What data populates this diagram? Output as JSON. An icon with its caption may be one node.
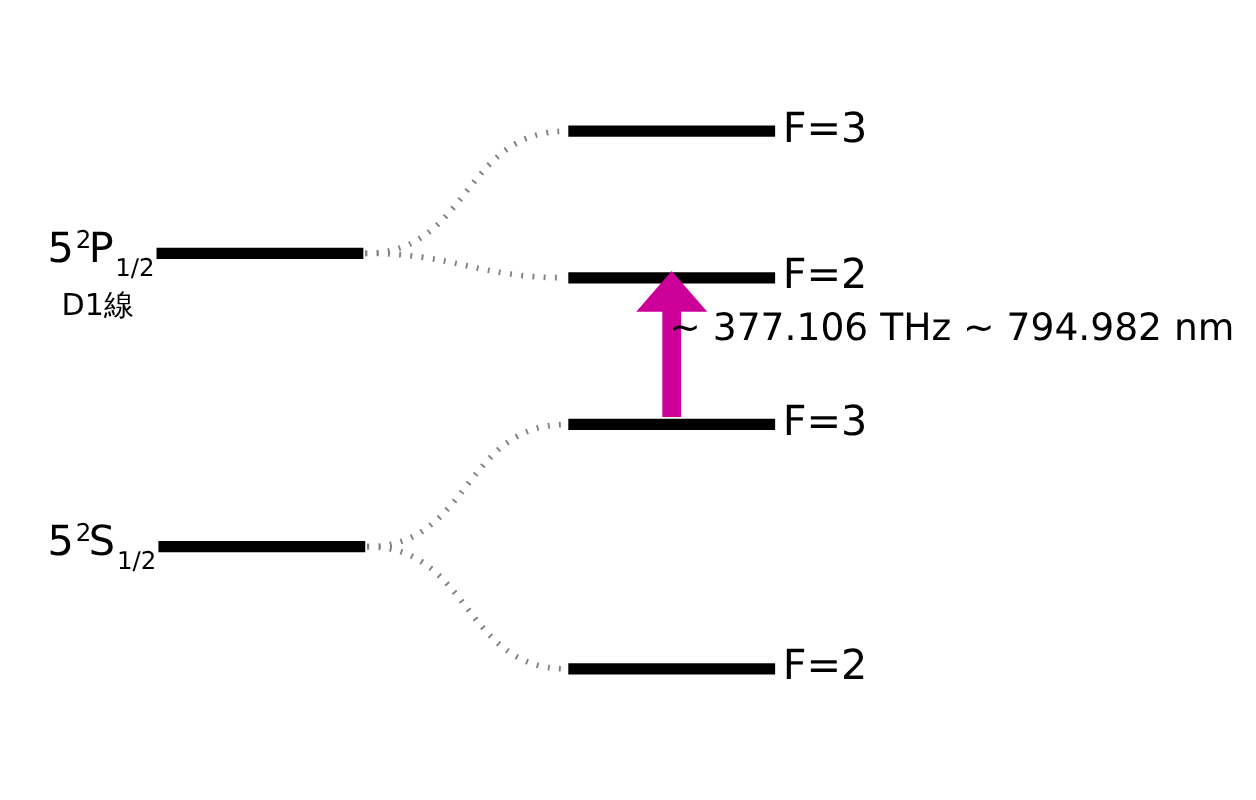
{
  "diagram": {
    "nodes": [
      {
        "text": [
          "5$^{2}$P$_{1/2}$"
        ],
        "beside": [
          "D1線"
        ]
      },
      {
        "text": [
          "F=3"
        ]
      },
      {
        "text": [
          "F=2"
        ]
      },
      {
        "text": [
          "F=3"
        ]
      },
      {
        "text": [
          "5$^{2}$S$_{1/2}$"
        ]
      },
      {
        "text": [
          "F=2"
        ]
      }
    ],
    "edges": [
      {
        "from": 0,
        "to": 1,
        "arrow": "none",
        "style": "dashed"
      },
      {
        "from": 0,
        "to": 2,
        "arrow": "none",
        "style": "dashed"
      },
      {
        "from": 3,
        "to": 2,
        "arrow": "to",
        "style": "thick",
        "color": "#cc0099",
        "label": "~ 377.106 THz ~ 794.982 nm"
      },
      {
        "from": 4,
        "to": 3,
        "arrow": "none",
        "style": "dashed"
      },
      {
        "from": 4,
        "to": 5,
        "arrow": "none",
        "style": "dashed"
      }
    ]
  }
}
